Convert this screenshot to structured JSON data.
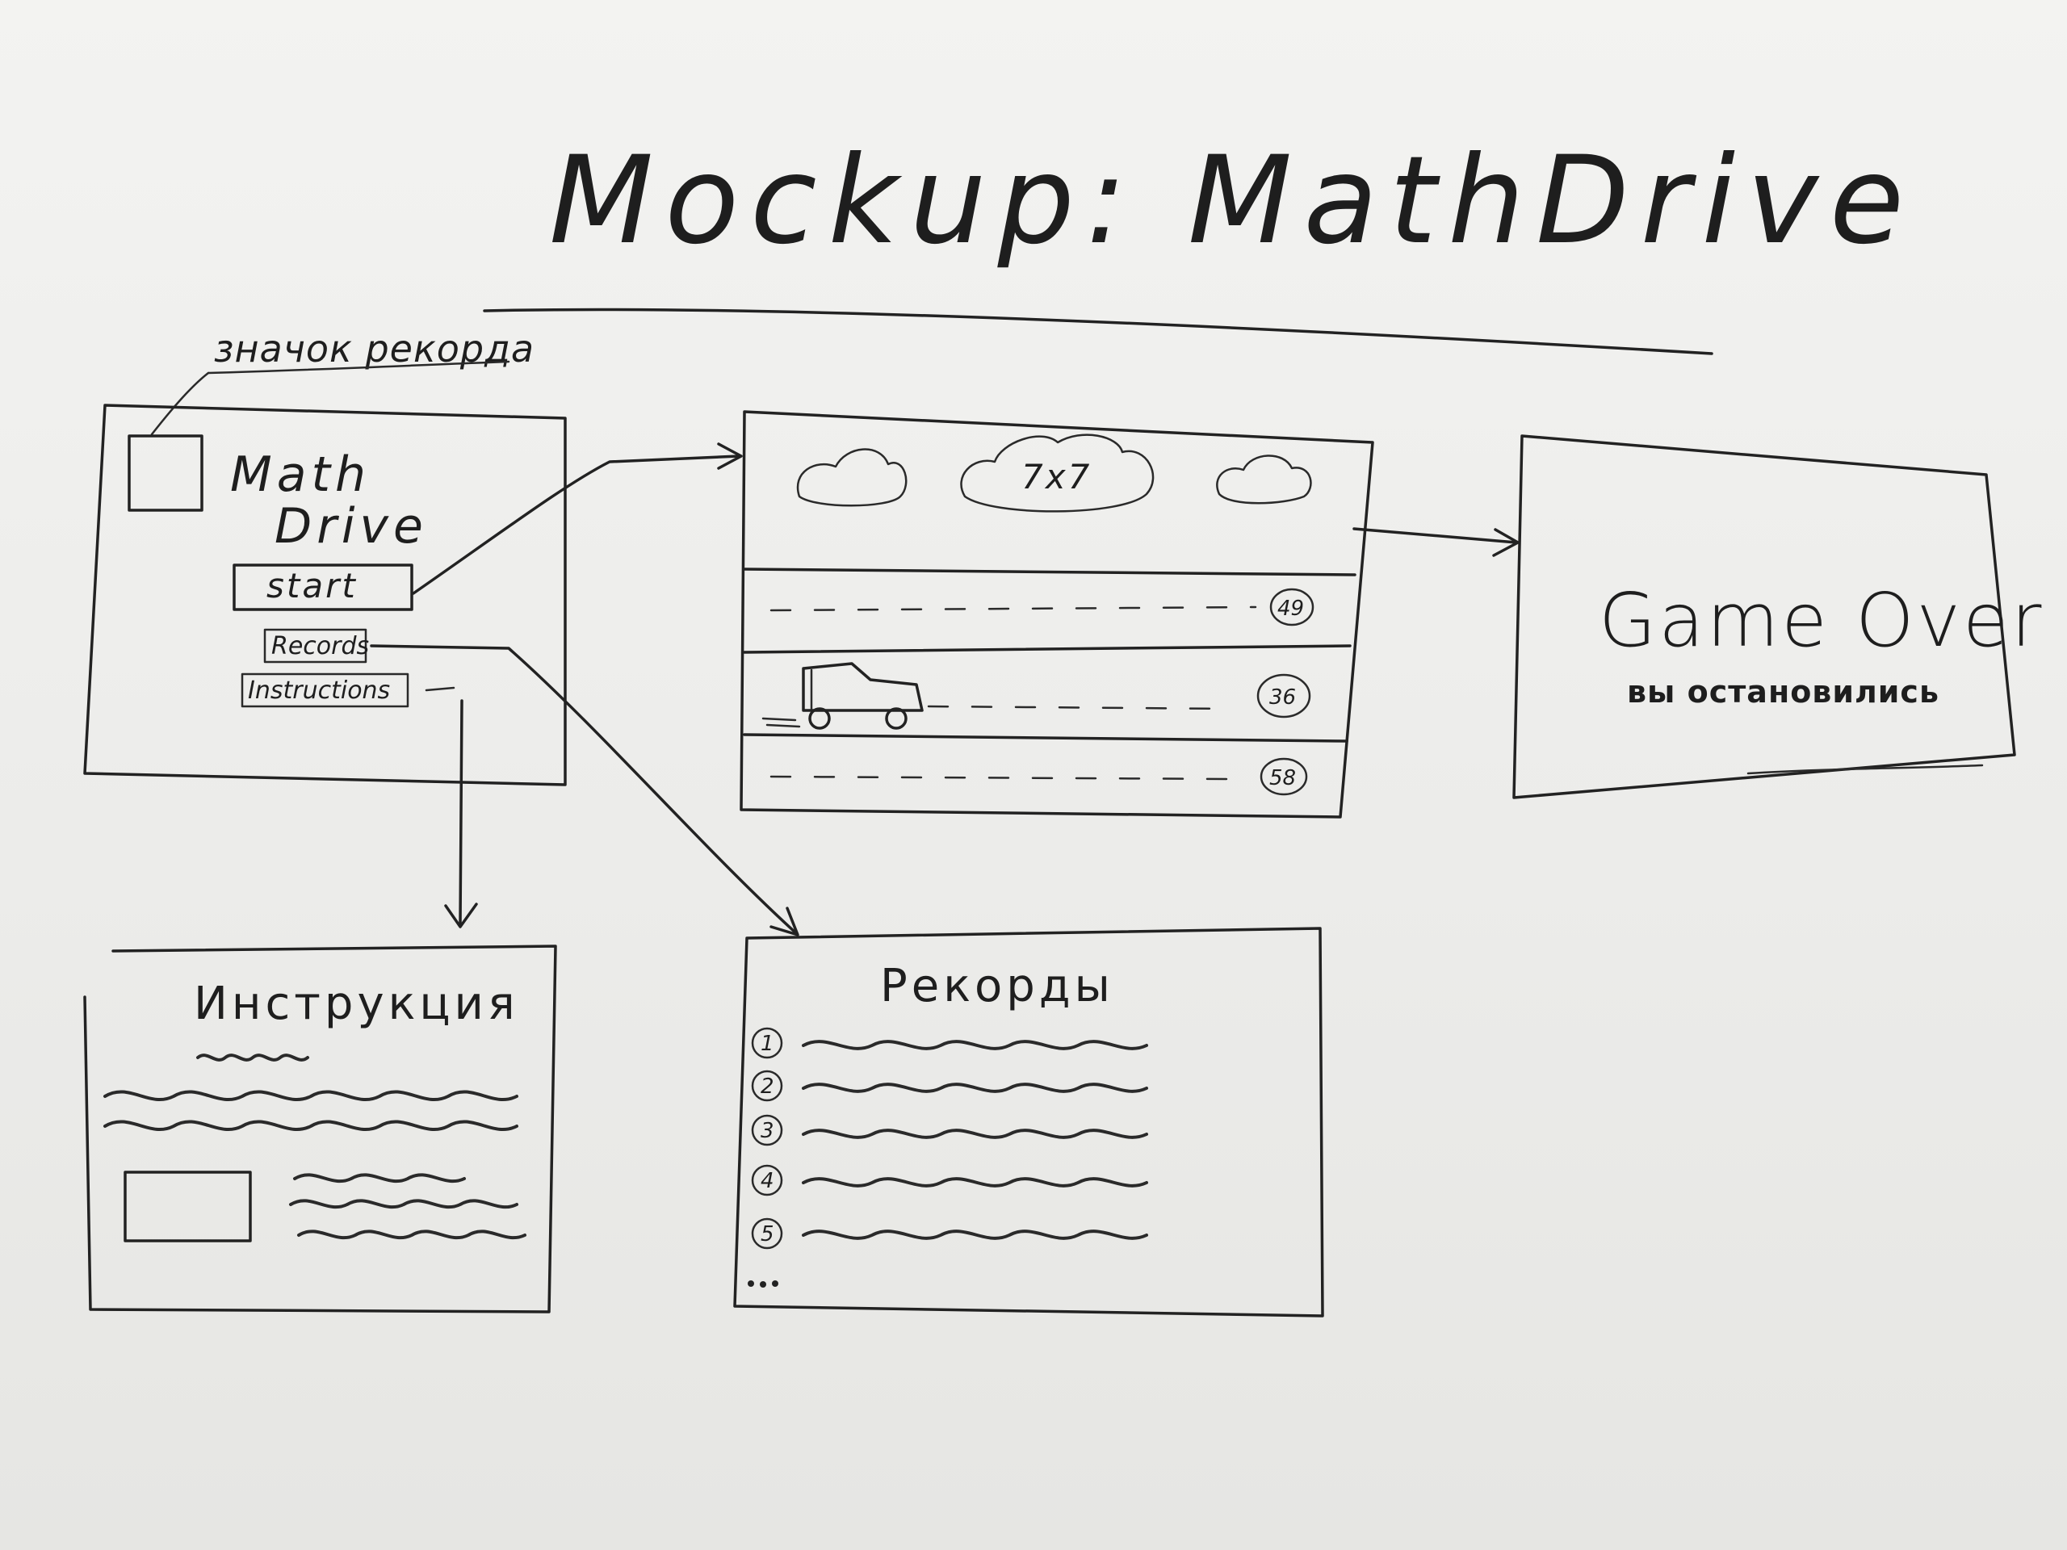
{
  "title": "Mockup: MathDrive",
  "annotation": "значок рекорда",
  "menu": {
    "app_name_line1": "Math",
    "app_name_line2": "Drive",
    "start_label": "start",
    "records_label": "Records",
    "instructions_label": "Instructions"
  },
  "game": {
    "question": "7x7",
    "lanes": [
      {
        "answer": "49"
      },
      {
        "answer": "36"
      },
      {
        "answer": "58"
      }
    ]
  },
  "game_over": {
    "title": "Game Over",
    "subtitle": "вы остановились"
  },
  "instructions": {
    "heading": "Инструкция"
  },
  "records": {
    "heading": "Рекорды",
    "ranks": [
      "1",
      "2",
      "3",
      "4",
      "5"
    ]
  }
}
